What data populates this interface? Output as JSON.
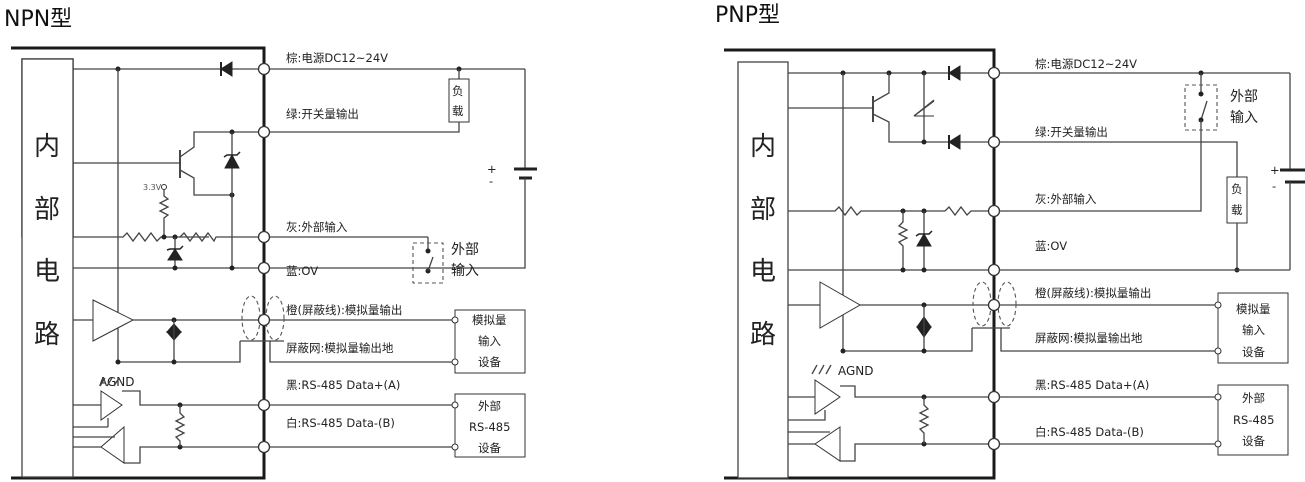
{
  "npn": {
    "title": "NPN型",
    "internal": [
      "内",
      "部",
      "电",
      "路"
    ],
    "wires": {
      "brown": "棕:电源DC12~24V",
      "green": "绿:开关量输出",
      "gray": "灰:外部输入",
      "blue": "蓝:OV",
      "orange": "橙(屏蔽线):模拟量输出",
      "shield": "屏蔽网:模拟量输出地",
      "black": "黑:RS-485 Data+(A)",
      "white": "白:RS-485 Data-(B)"
    },
    "load": [
      "负",
      "载"
    ],
    "ext_input": [
      "外部",
      "输入"
    ],
    "analog_device": [
      "模拟量",
      "输入",
      "设备"
    ],
    "rs485_device": [
      "外部",
      "RS-485",
      "设备"
    ],
    "agnd": "AGND",
    "vref": "3.3V",
    "battery_plus": "+",
    "battery_minus": "-"
  },
  "pnp": {
    "title": "PNP型",
    "internal": [
      "内",
      "部",
      "电",
      "路"
    ],
    "wires": {
      "brown": "棕:电源DC12~24V",
      "green": "绿:开关量输出",
      "gray": "灰:外部输入",
      "blue": "蓝:OV",
      "orange": "橙(屏蔽线):模拟量输出",
      "shield": "屏蔽网:模拟量输出地",
      "black": "黑:RS-485 Data+(A)",
      "white": "白:RS-485 Data-(B)"
    },
    "load": [
      "负",
      "载"
    ],
    "ext_input": [
      "外部",
      "输入"
    ],
    "analog_device": [
      "模拟量",
      "输入",
      "设备"
    ],
    "rs485_device": [
      "外部",
      "RS-485",
      "设备"
    ],
    "agnd": "AGND",
    "battery_plus": "+",
    "battery_minus": "-"
  }
}
